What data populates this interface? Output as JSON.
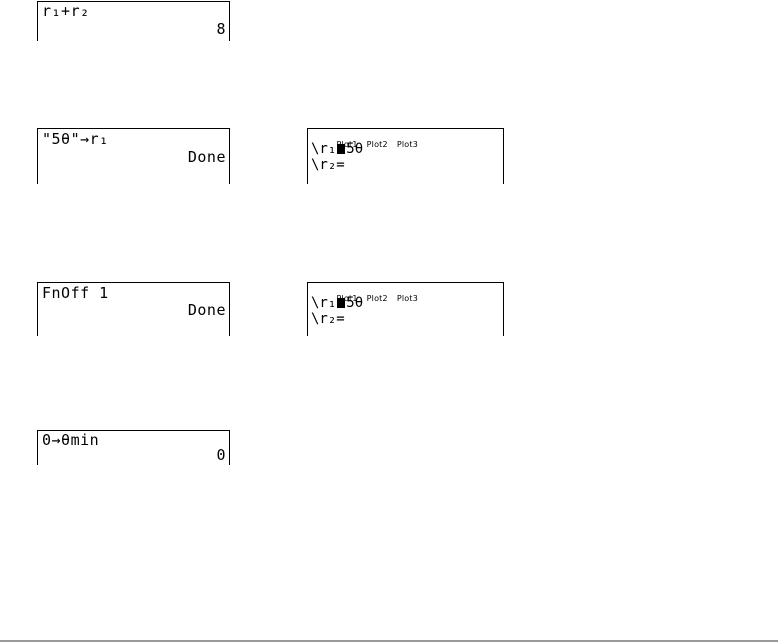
{
  "screens": {
    "s1": {
      "entry": "r₁+r₂",
      "result": "8"
    },
    "s2": {
      "entry": "\"5θ\"→r₁",
      "result": "Done"
    },
    "s3": {
      "entry": "FnOff 1",
      "result": "Done"
    },
    "s4": {
      "entry": "0→θmin",
      "result": "0"
    }
  },
  "yeditor_a": {
    "plots": [
      "Plot1",
      "Plot2",
      "Plot3"
    ],
    "row1_label": "\\r₁",
    "row1_expr": "5θ",
    "row2_label": "\\r₂=",
    "cursor": "selected-equals-icon"
  },
  "yeditor_b": {
    "plots": [
      "Plot1",
      "Plot2",
      "Plot3"
    ],
    "row1_label": "\\r₁",
    "row1_expr": "5θ",
    "row2_label": "\\r₂=",
    "cursor": "selected-equals-icon"
  }
}
